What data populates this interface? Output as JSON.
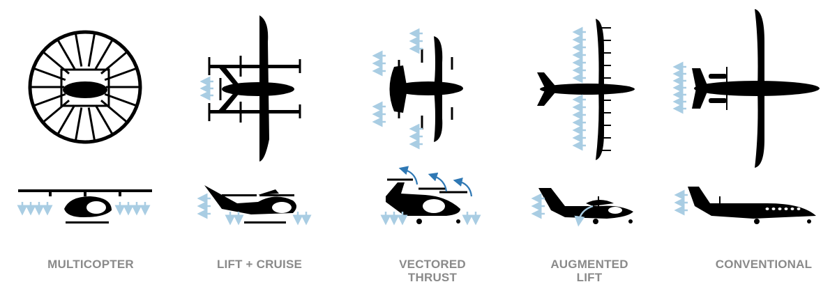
{
  "colors": {
    "silhouette": "#000000",
    "airflow_arrow": "#a9cde3",
    "rotation_arrow": "#2f78b4",
    "label_text": "#8a8a8a"
  },
  "categories": [
    {
      "id": "multicopter",
      "label": "MULTICOPTER"
    },
    {
      "id": "lift-cruise",
      "label": "LIFT + CRUISE"
    },
    {
      "id": "vectored-thrust",
      "label_line1": "VECTORED",
      "label_line2": "THRUST"
    },
    {
      "id": "augmented-lift",
      "label_line1": "AUGMENTED",
      "label_line2": "LIFT"
    },
    {
      "id": "conventional",
      "label": "CONVENTIONAL"
    }
  ]
}
